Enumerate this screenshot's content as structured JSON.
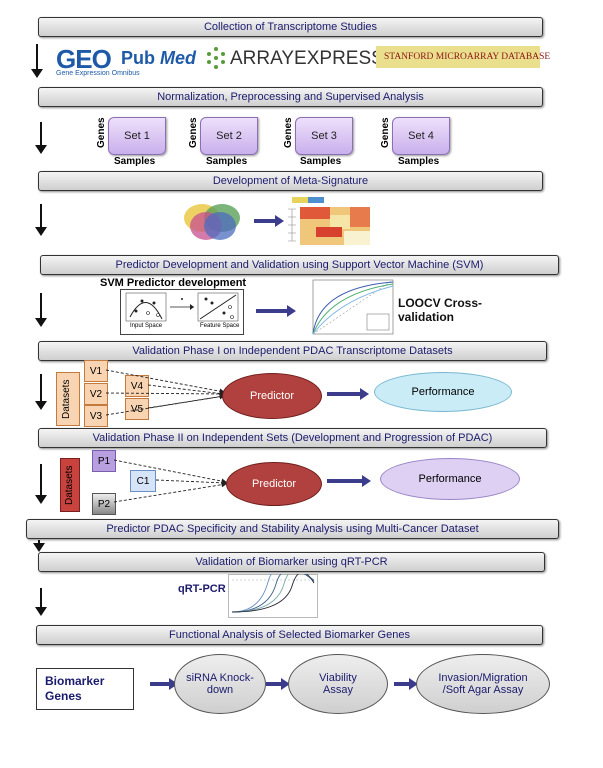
{
  "steps": {
    "s1": "Collection of Transcriptome Studies",
    "s2": "Normalization, Preprocessing and Supervised Analysis",
    "s3": "Development of Meta-Signature",
    "s4": "Predictor Development and Validation using Support Vector Machine (SVM)",
    "s5": "Validation Phase I on Independent PDAC Transcriptome Datasets",
    "s6": "Validation Phase II on Independent Sets (Development and Progression of PDAC)",
    "s7": "Predictor PDAC Specificity and Stability Analysis using Multi-Cancer Dataset",
    "s8": "Validation of Biomarker using qRT-PCR",
    "s9": "Functional Analysis of Selected Biomarker Genes"
  },
  "logos": {
    "geo": "GEO",
    "geo_sub": "Gene Expression Omnibus",
    "pubmed_a": "Pub",
    "pubmed_b": "Med",
    "arrayexpress": "ARRAYEXPRESS",
    "stanford": "STANFORD MICROARRAY DATABASE"
  },
  "sets": {
    "genes": "Genes",
    "samples": "Samples",
    "items": [
      "Set 1",
      "Set 2",
      "Set 3",
      "Set 4"
    ]
  },
  "svm": {
    "title": "SVM Predictor development",
    "input_space": "Input Space",
    "feature_space": "Feature Space",
    "loocv": "LOOCV Cross-validation"
  },
  "phase1": {
    "datasets": "Datasets",
    "v": [
      "V1",
      "V2",
      "V3",
      "V4",
      "V5"
    ],
    "predictor": "Predictor",
    "performance": "Performance"
  },
  "phase2": {
    "datasets": "Datasets",
    "p1": "P1",
    "p2": "P2",
    "c1": "C1",
    "predictor": "Predictor",
    "performance": "Performance"
  },
  "qrt": {
    "label": "qRT-PCR"
  },
  "functional": {
    "biomarker": "Biomarker Genes",
    "sirna": "siRNA Knock-down",
    "viability": "Viability Assay",
    "invasion": "Invasion/Migration /Soft Agar Assay"
  },
  "colors": {
    "bar_text": "#1b1b6e",
    "predictor_fill": "#b0413e",
    "performance_fill": "#c9ecf6",
    "performance2_fill": "#ddd0f2",
    "arrow": "#3c3c8c"
  }
}
